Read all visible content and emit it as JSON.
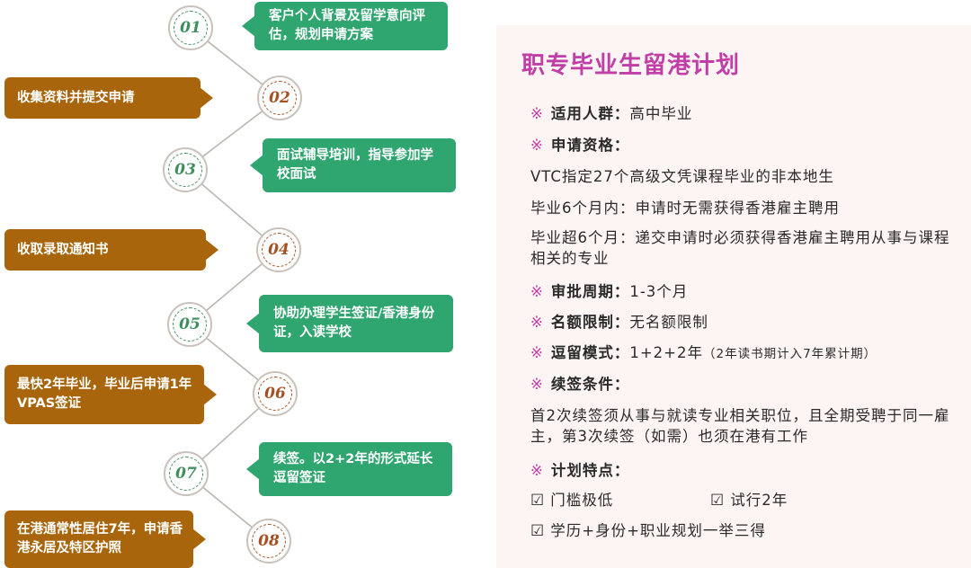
{
  "steps": [
    {
      "num": "01",
      "text": "客户个人背景及留学意向评估，规划申请方案"
    },
    {
      "num": "02",
      "text": "收集资料并提交申请"
    },
    {
      "num": "03",
      "text": "面试辅导培训，指导参加学校面试"
    },
    {
      "num": "04",
      "text": "收取录取通知书"
    },
    {
      "num": "05",
      "text": "协助办理学生签证/香港身份证，入读学校"
    },
    {
      "num": "06",
      "text": "最快2年毕业，毕业后申请1年VPAS签证"
    },
    {
      "num": "07",
      "text": "续签。以2+2年的形式延长逗留签证"
    },
    {
      "num": "08",
      "text": "在港通常性居住7年，申请香港永居及特区护照"
    }
  ],
  "colors": {
    "green": "#2fa56f",
    "brown": "#a9650c",
    "accent": "#c13ea7"
  },
  "plan": {
    "title": "职专毕业生留港计划",
    "mark": "※",
    "target_label": "适用人群：",
    "target_value": "高中毕业",
    "qual_label": "申请资格：",
    "qual_1": "VTC指定27个高级文凭课程毕业的非本地生",
    "qual_2": "毕业6个月内：申请时无需获得香港雇主聘用",
    "qual_3": "毕业超6个月：递交申请时必须获得香港雇主聘用从事与课程相关的专业",
    "period_label": "审批周期：",
    "period_value": "1-3个月",
    "quota_label": "名额限制：",
    "quota_value": "无名额限制",
    "stay_label": "逗留模式：",
    "stay_value": "1+2+2年",
    "stay_note": "（2年读书期计入7年累计期）",
    "renew_label": "续签条件：",
    "renew_text": "首2次续签须从事与就读专业相关职位，且全期受聘于同一雇主，第3次续签（如需）也须在港有工作",
    "feature_label": "计划特点：",
    "check": "☑",
    "feature_1": "门槛极低",
    "feature_2": "试行2年",
    "feature_3": "学历+身份+职业规划一举三得"
  }
}
